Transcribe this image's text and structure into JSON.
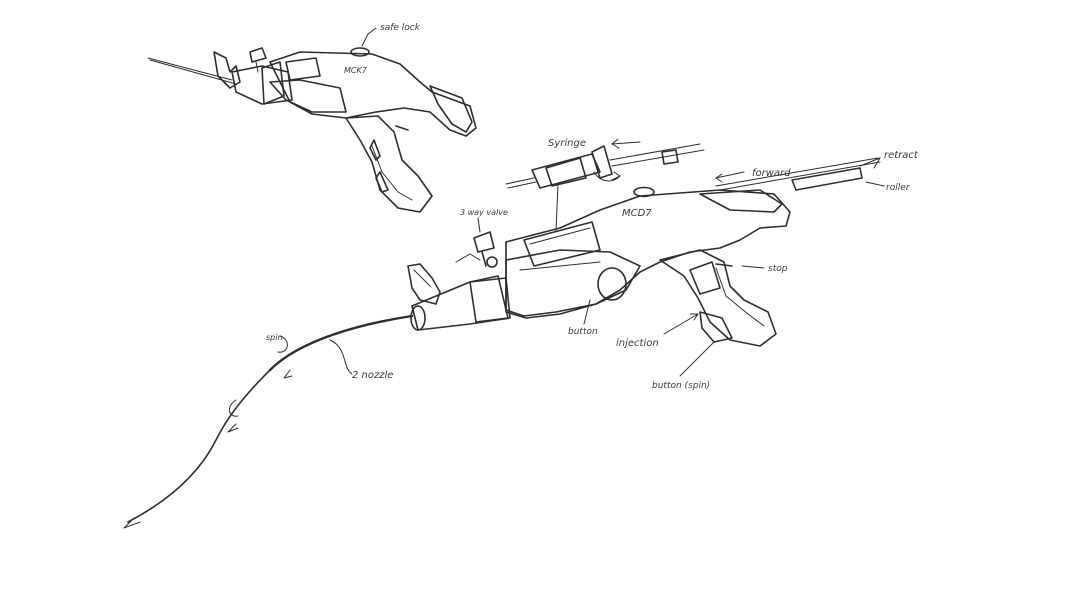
{
  "sketch": {
    "annotations": {
      "safe_lock": "safe lock",
      "logo_small": "MCK7",
      "logo_main": "MCD7",
      "syringe": "Syringe",
      "three_way_valve": "3 way valve",
      "forward": "forward",
      "retract": "retract",
      "roller": "roller",
      "stop": "stop",
      "button": "button",
      "injection": "injection",
      "button_spin": "button (spin)",
      "spin": "spin",
      "nozzle": "2 nozzle"
    },
    "colors": {
      "ink": "#2e2e2e",
      "shade": "#8a8a8a",
      "dark_shade": "#4a4a4a",
      "light_shade": "#c9c9c9",
      "paper": "#ffffff"
    }
  }
}
